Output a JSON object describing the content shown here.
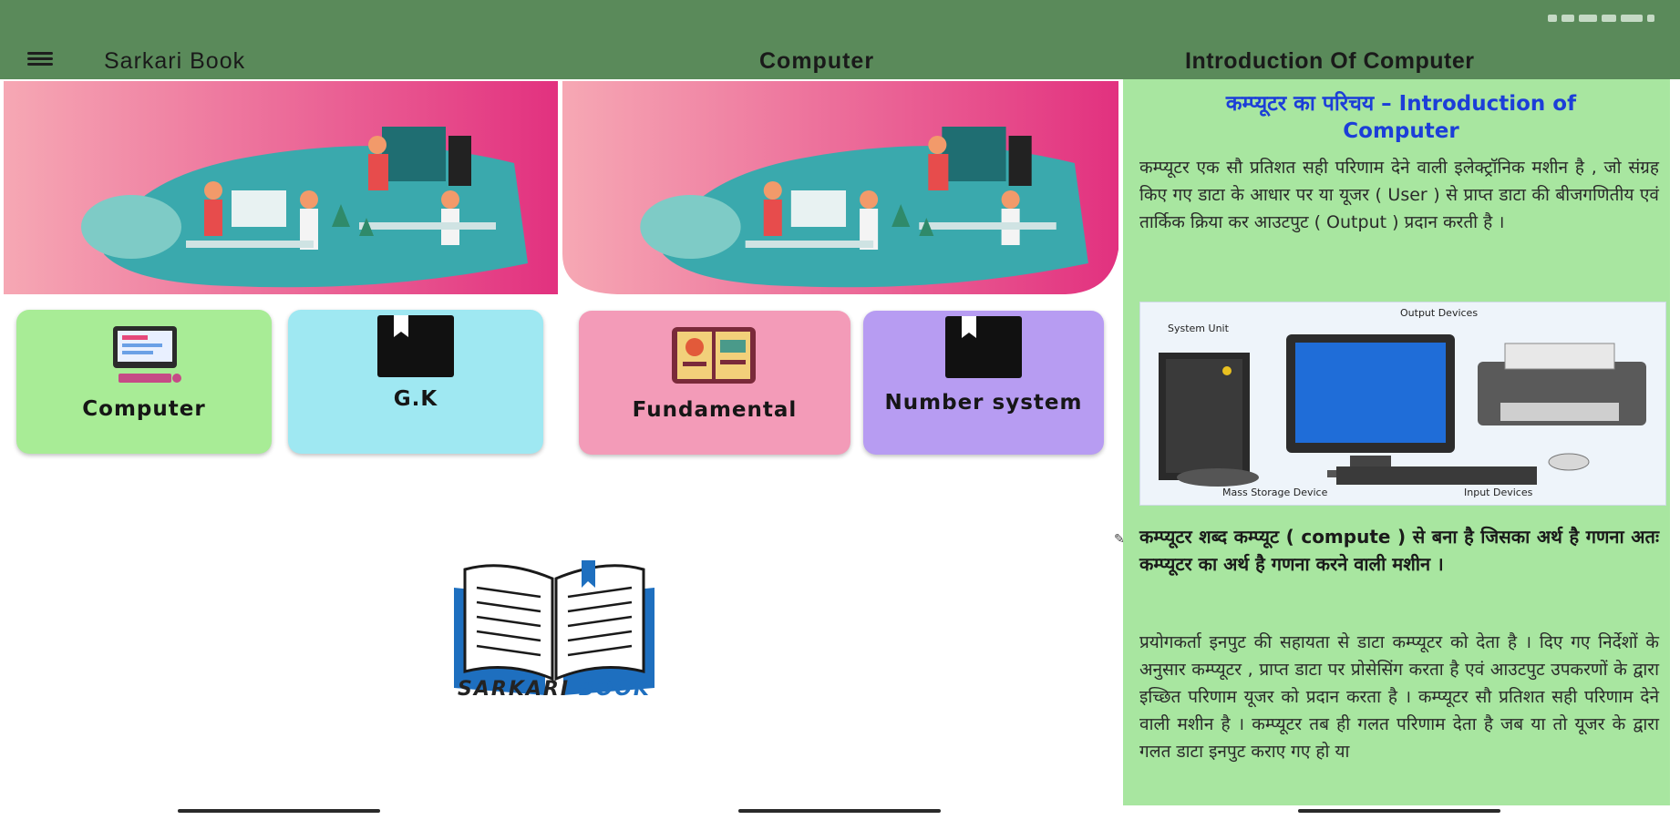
{
  "colors": {
    "bar": "#5a8a5a",
    "article_bg": "#a8e6a0",
    "title_blue": "#1c3ed8"
  },
  "screen1": {
    "app_title": "Sarkari Book",
    "menu_icon": "hamburger-icon",
    "tiles": [
      {
        "label": "Computer",
        "icon": "computer-icon",
        "color": "#a8ec96"
      },
      {
        "label": "G.K",
        "icon": "bookmark-icon",
        "color": "#9fe8f2"
      }
    ],
    "logo": {
      "word1": "SARKARI",
      "word2": "BOOK"
    }
  },
  "screen2": {
    "title": "Computer",
    "tiles": [
      {
        "label": "Fundamental",
        "icon": "book-icon",
        "color": "#f39bb8"
      },
      {
        "label": "Number system",
        "icon": "bookmark-icon",
        "color": "#b79cf2"
      }
    ]
  },
  "screen3": {
    "title": "Introduction Of Computer",
    "article_title": "कम्प्यूटर का परिचय – Introduction of Computer",
    "para1": "कम्प्यूटर एक सौ प्रतिशत सही परिणाम देने वाली इलेक्ट्रॉनिक मशीन है , जो संग्रह किए गए डाटा के आधार पर या यूजर ( User ) से प्राप्त डाटा की बीजगणितीय एवं तार्किक क्रिया कर आउटपुट ( Output ) प्रदान करती है ।",
    "diagram_labels": {
      "system_unit": "System Unit",
      "output_devices": "Output Devices",
      "mass_storage": "Mass Storage Device",
      "input_devices": "Input Devices"
    },
    "para2": "कम्प्यूटर शब्द कम्प्यूट ( compute ) से बना है जिसका अर्थ है गणना अतः कम्प्यूटर का अर्थ है गणना करने वाली मशीन ।",
    "para3": "प्रयोगकर्ता इनपुट की सहायता से डाटा कम्प्यूटर को देता है । दिए गए निर्देशों के अनुसार कम्प्यूटर , प्राप्त डाटा पर प्रोसेसिंग करता है एवं आउटपुट उपकरणों के द्वारा इच्छित परिणाम यूजर को प्रदान करता है । कम्प्यूटर सौ प्रतिशत सही परिणाम देने वाली मशीन है । कम्प्यूटर तब ही गलत परिणाम देता है जब या तो यूजर के द्वारा गलत डाटा इनपुट कराए गए हो या"
  }
}
